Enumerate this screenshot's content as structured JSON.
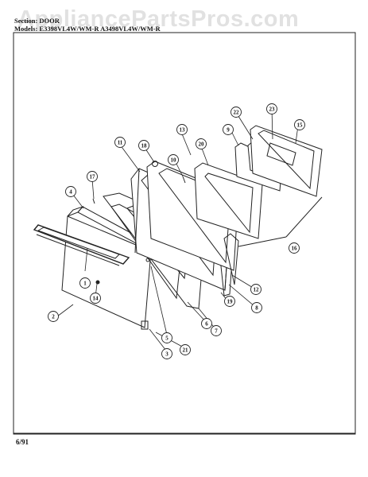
{
  "watermark": "AppliancePartsPros.com",
  "header": {
    "section_label": "Section:",
    "section_value": "DOOR",
    "models_label": "Models:",
    "models_value": "E3398VL4W/WM-R  A3498VL4W/WM-R"
  },
  "footer": {
    "date": "6/91"
  },
  "callouts": [
    "1",
    "2",
    "3",
    "4",
    "5",
    "6",
    "7",
    "8",
    "9",
    "10",
    "11",
    "12",
    "13",
    "14",
    "15",
    "16",
    "17",
    "18",
    "19",
    "20",
    "21",
    "22",
    "23"
  ]
}
